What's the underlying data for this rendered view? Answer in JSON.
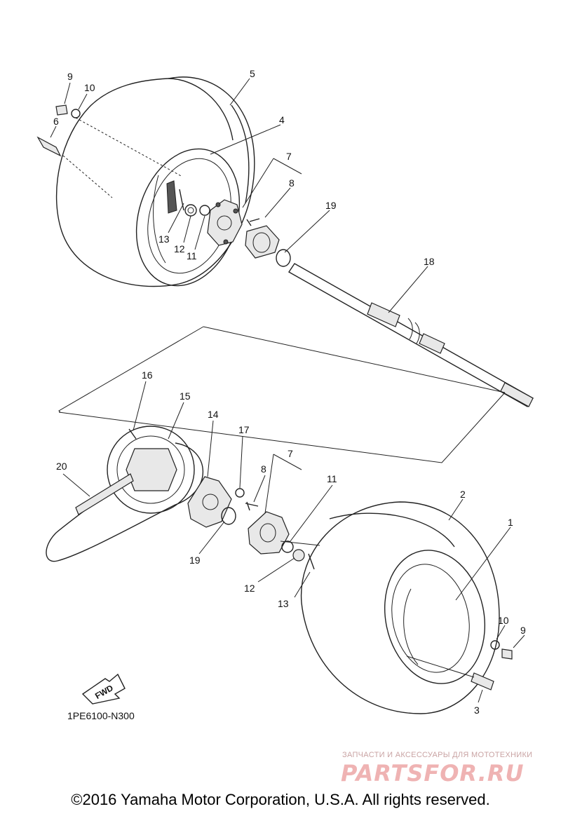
{
  "diagram": {
    "code": "1PE6100-N300",
    "fwd_label": "FWD",
    "callouts": [
      {
        "id": "c9a",
        "text": "9"
      },
      {
        "id": "c10a",
        "text": "10"
      },
      {
        "id": "c6",
        "text": "6"
      },
      {
        "id": "c5",
        "text": "5"
      },
      {
        "id": "c4",
        "text": "4"
      },
      {
        "id": "c7a",
        "text": "7"
      },
      {
        "id": "c8a",
        "text": "8"
      },
      {
        "id": "c19a",
        "text": "19"
      },
      {
        "id": "c13a",
        "text": "13"
      },
      {
        "id": "c12a",
        "text": "12"
      },
      {
        "id": "c11a",
        "text": "11"
      },
      {
        "id": "c18",
        "text": "18"
      },
      {
        "id": "c16",
        "text": "16"
      },
      {
        "id": "c15",
        "text": "15"
      },
      {
        "id": "c14",
        "text": "14"
      },
      {
        "id": "c17",
        "text": "17"
      },
      {
        "id": "c7b",
        "text": "7"
      },
      {
        "id": "c8b",
        "text": "8"
      },
      {
        "id": "c11b",
        "text": "11"
      },
      {
        "id": "c20",
        "text": "20"
      },
      {
        "id": "c19b",
        "text": "19"
      },
      {
        "id": "c12b",
        "text": "12"
      },
      {
        "id": "c13b",
        "text": "13"
      },
      {
        "id": "c2",
        "text": "2"
      },
      {
        "id": "c1",
        "text": "1"
      },
      {
        "id": "c10b",
        "text": "10"
      },
      {
        "id": "c9b",
        "text": "9"
      },
      {
        "id": "c3",
        "text": "3"
      }
    ]
  },
  "watermark": {
    "tagline": "ЗАПЧАСТИ И АКСЕССУАРЫ ДЛЯ МОТОТЕХНИКИ",
    "logo": "PARTSFOR.RU"
  },
  "footer": {
    "copyright": "©2016 Yamaha Motor Corporation, U.S.A. All rights reserved."
  }
}
